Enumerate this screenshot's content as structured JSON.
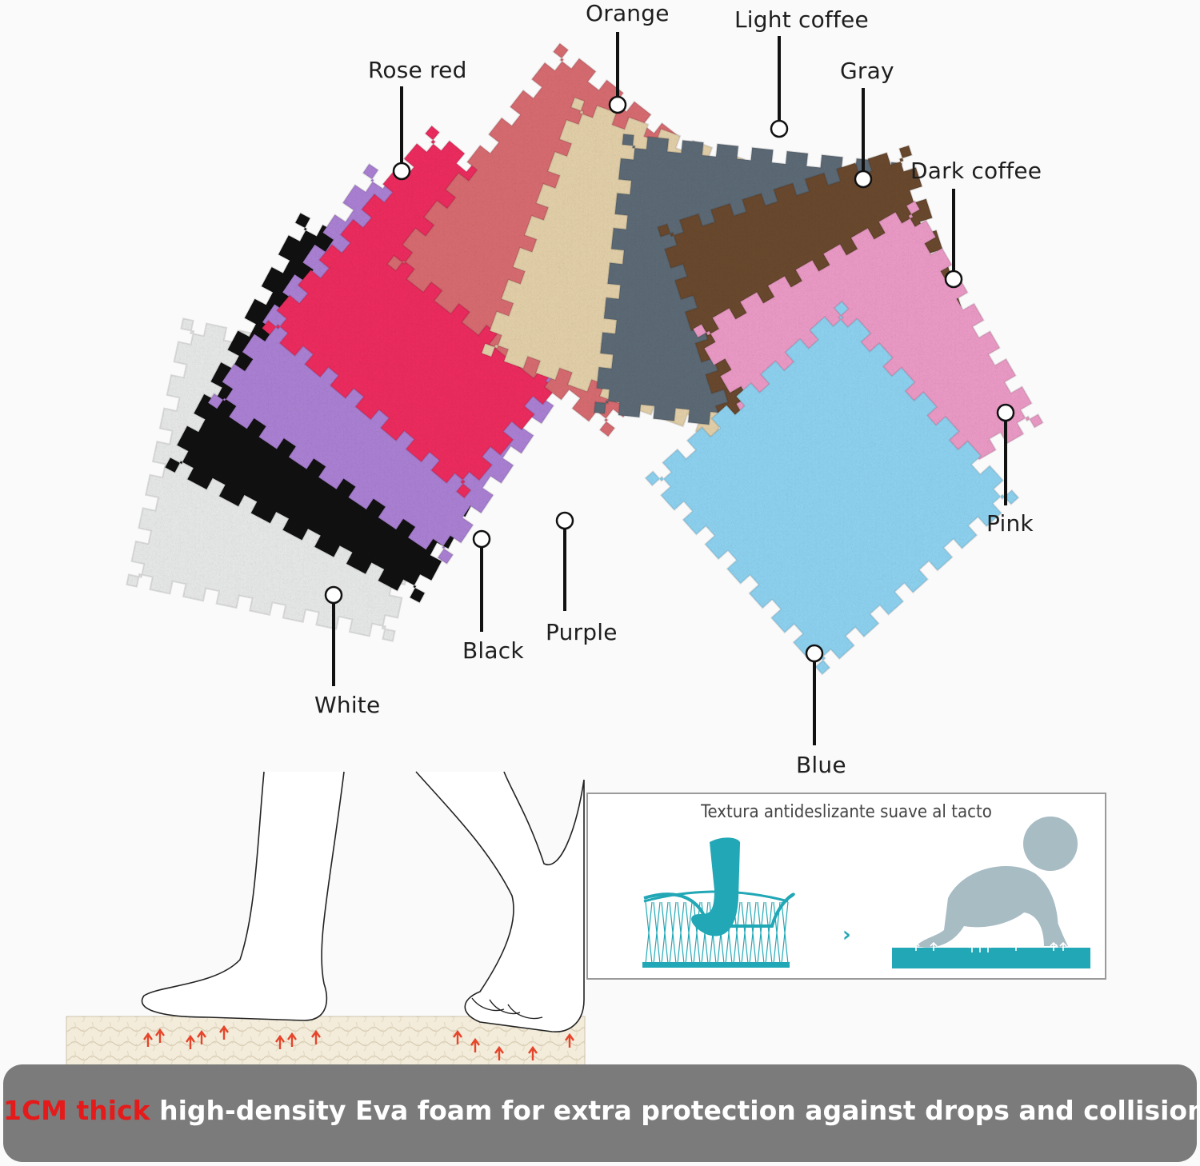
{
  "colors": [
    {
      "name": "Orange",
      "hex": "#d96d72"
    },
    {
      "name": "Light coffee",
      "hex": "#e5d2ab"
    },
    {
      "name": "Gray",
      "hex": "#5e6c78"
    },
    {
      "name": "Rose red",
      "hex": "#ef2d60"
    },
    {
      "name": "Dark coffee",
      "hex": "#6b4a2f"
    },
    {
      "name": "Pink",
      "hex": "#ed9cc8"
    },
    {
      "name": "Purple",
      "hex": "#ad82d6"
    },
    {
      "name": "Black",
      "hex": "#121212"
    },
    {
      "name": "White",
      "hex": "#e9eaea"
    },
    {
      "name": "Blue",
      "hex": "#8fd4f2"
    }
  ],
  "panel": {
    "caption": "Textura antideslizante suave al tacto",
    "accent": "#21a7b5",
    "baby_color": "#a8bcc4"
  },
  "banner": {
    "highlight": "1CM thick",
    "text": "high-density Eva foam for extra protection against drops and collisions",
    "highlight_color": "#e51a1a",
    "background": "#7b7b7b"
  }
}
